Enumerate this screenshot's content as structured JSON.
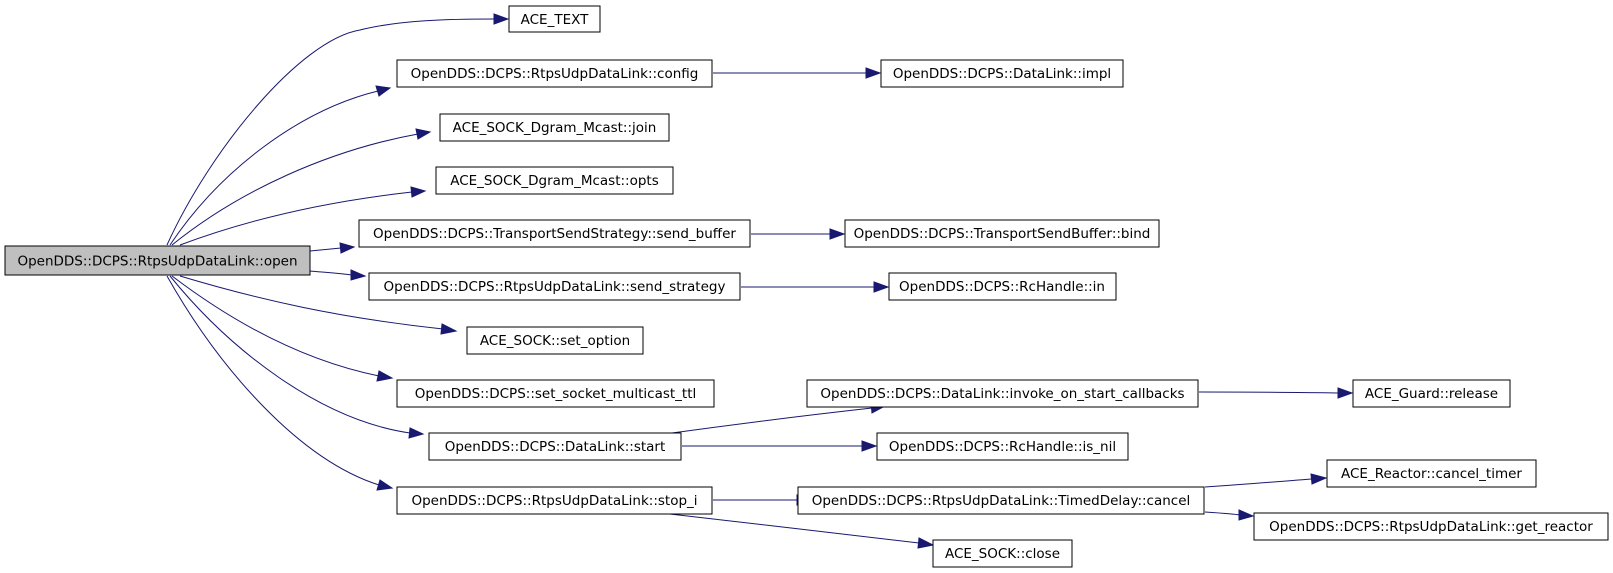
{
  "graph": {
    "edge_color": "#191970",
    "root_fill": "#bfbfbf",
    "nodes": {
      "root": "OpenDDS::DCPS::RtpsUdpDataLink::open",
      "ace_text": "ACE_TEXT",
      "config": "OpenDDS::DCPS::RtpsUdpDataLink::config",
      "impl": "OpenDDS::DCPS::DataLink::impl",
      "join": "ACE_SOCK_Dgram_Mcast::join",
      "opts": "ACE_SOCK_Dgram_Mcast::opts",
      "send_buffer": "OpenDDS::DCPS::TransportSendStrategy::send_buffer",
      "bind": "OpenDDS::DCPS::TransportSendBuffer::bind",
      "send_strategy": "OpenDDS::DCPS::RtpsUdpDataLink::send_strategy",
      "rc_in": "OpenDDS::DCPS::RcHandle::in",
      "set_option": "ACE_SOCK::set_option",
      "set_ttl": "OpenDDS::DCPS::set_socket_multicast_ttl",
      "invoke_cb": "OpenDDS::DCPS::DataLink::invoke_on_start_callbacks",
      "release": "ACE_Guard::release",
      "start": "OpenDDS::DCPS::DataLink::start",
      "is_nil": "OpenDDS::DCPS::RcHandle::is_nil",
      "cancel_timer": "ACE_Reactor::cancel_timer",
      "stop_i": "OpenDDS::DCPS::RtpsUdpDataLink::stop_i",
      "td_cancel": "OpenDDS::DCPS::RtpsUdpDataLink::TimedDelay::cancel",
      "get_reactor": "OpenDDS::DCPS::RtpsUdpDataLink::get_reactor",
      "close": "ACE_SOCK::close"
    }
  }
}
